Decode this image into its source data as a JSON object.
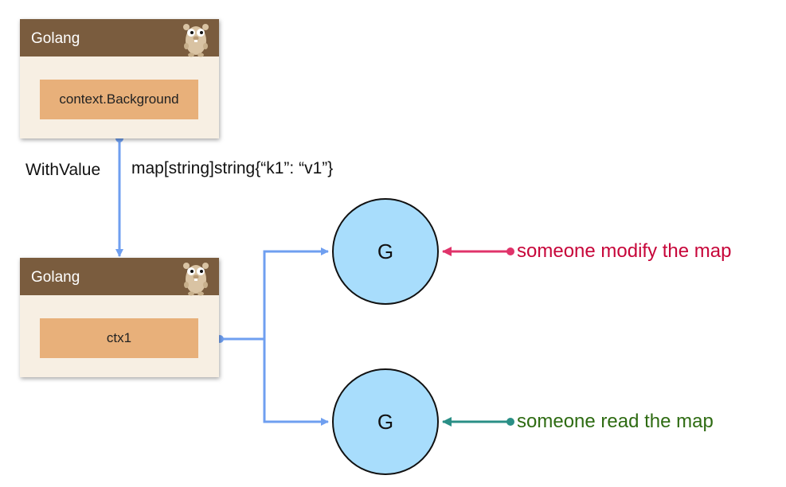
{
  "top_card": {
    "title": "Golang",
    "inner_label": "context.Background"
  },
  "bottom_card": {
    "title": "Golang",
    "inner_label": "ctx1"
  },
  "edge": {
    "method_label": "WithValue",
    "value_label": "map[string]string{“k1”: “v1”}"
  },
  "goroutines": [
    {
      "label": "G",
      "note": "someone modify the map",
      "note_color": "#c7063a",
      "arrow_color": "#e0336a"
    },
    {
      "label": "G",
      "note": "someone read the map",
      "note_color": "#2e6b12",
      "arrow_color": "#2a8f86"
    }
  ],
  "colors": {
    "header": "#7a5c3e",
    "card_body": "#f7efe3",
    "inner_box": "#e8b07a",
    "connector": "#6f9ff0",
    "goroutine_fill": "#a8ddfc"
  },
  "icons": {
    "header_mascot": "gopher-icon"
  }
}
